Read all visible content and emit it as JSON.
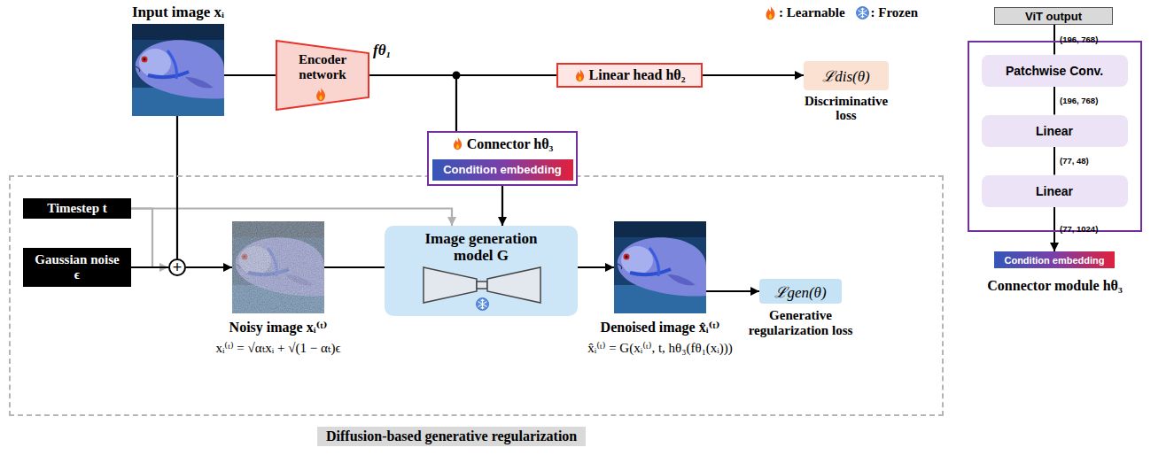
{
  "diagram": {
    "nodes": [
      {
        "text": [
          "Input image xᵢ"
        ]
      },
      {
        "text": [
          "Encoder network",
          "fθ₁"
        ]
      },
      {
        "text": [
          "Linear head hθ₂"
        ]
      },
      {
        "text": [
          "ℒdis(θ)",
          "Discriminative loss"
        ]
      },
      {
        "text": [
          "Connector hθ₃"
        ]
      },
      {
        "text": [
          "Condition embedding"
        ],
        "in": 4
      },
      {
        "text": [
          "Diffusion-based generative regularization"
        ]
      },
      {
        "text": [
          "Timestep t"
        ],
        "in": 6
      },
      {
        "text": [
          "Gaussian noise ϵ"
        ],
        "in": 6
      },
      {
        "text": [
          "+"
        ],
        "in": 6
      },
      {
        "text": [
          "Noisy image xᵢ⁽ᵗ⁾",
          "xᵢ⁽ᵗ⁾ = √αₜxᵢ + √(1 − αₜ)ϵ"
        ],
        "in": 6
      },
      {
        "text": [
          "Image generation model G"
        ],
        "in": 6
      },
      {
        "text": [
          "Denoised image x̂ᵢ⁽ᵗ⁾",
          "x̂ᵢ⁽ᵗ⁾ = G(xᵢ⁽ᵗ⁾, t, hθ₃(fθ₁(xᵢ)))"
        ],
        "in": 6
      },
      {
        "text": [
          "ℒgen(θ)",
          "Generative regularization loss"
        ],
        "in": 6
      },
      {
        "text": [
          "ViT output"
        ]
      },
      {
        "text": [
          "Connector module hθ₃"
        ]
      },
      {
        "text": [
          "Patchwise Conv."
        ],
        "in": 15
      },
      {
        "text": [
          "Linear"
        ],
        "in": 15
      },
      {
        "text": [
          "Linear"
        ],
        "in": 15
      },
      {
        "text": [
          "Condition embedding"
        ]
      }
    ],
    "edges": [
      {
        "from": 0,
        "to": 1,
        "arrow": "none"
      },
      {
        "from": 1,
        "to": 2,
        "arrow": "none"
      },
      {
        "from": 2,
        "to": 3,
        "arrow": "to"
      },
      {
        "from": 1,
        "to": 4,
        "arrow": "none"
      },
      {
        "from": 4,
        "to": 11,
        "arrow": "to"
      },
      {
        "from": 7,
        "to": 11,
        "arrow": "to"
      },
      {
        "from": 7,
        "to": 9,
        "arrow": "to"
      },
      {
        "from": 0,
        "to": 9,
        "arrow": "none"
      },
      {
        "from": 8,
        "to": 9,
        "arrow": "none"
      },
      {
        "from": 9,
        "to": 10,
        "arrow": "to"
      },
      {
        "from": 10,
        "to": 11,
        "arrow": "none"
      },
      {
        "from": 11,
        "to": 12,
        "arrow": "to"
      },
      {
        "from": 12,
        "to": 13,
        "arrow": "to"
      },
      {
        "from": 14,
        "to": 16,
        "label": "(196, 768)",
        "arrow": "none"
      },
      {
        "from": 16,
        "to": 17,
        "label": "(196, 768)",
        "arrow": "none"
      },
      {
        "from": 17,
        "to": 18,
        "label": "(77, 48)",
        "arrow": "none"
      },
      {
        "from": 18,
        "to": 19,
        "label": "(77, 1024)",
        "arrow": "to"
      }
    ],
    "legend": [
      {
        "text": ": Learnable"
      },
      {
        "text": ": Frozen"
      }
    ]
  }
}
